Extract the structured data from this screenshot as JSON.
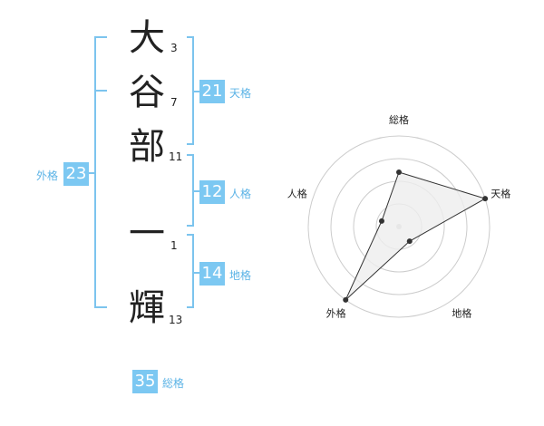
{
  "name": {
    "characters": [
      {
        "char": "大",
        "strokes": "3"
      },
      {
        "char": "谷",
        "strokes": "7"
      },
      {
        "char": "部",
        "strokes": "11"
      },
      {
        "char": "一",
        "strokes": "1"
      },
      {
        "char": "輝",
        "strokes": "13"
      }
    ]
  },
  "fortune": {
    "tenkaku": {
      "value": "21",
      "label": "天格"
    },
    "jinkaku": {
      "value": "12",
      "label": "人格"
    },
    "chikaku": {
      "value": "14",
      "label": "地格"
    },
    "gaikaku": {
      "value": "23",
      "label": "外格"
    },
    "soukaku": {
      "value": "35",
      "label": "総格"
    }
  },
  "radar": {
    "axes": [
      "総格",
      "天格",
      "地格",
      "外格",
      "人格"
    ],
    "levels": 4,
    "values": [
      3,
      5,
      1,
      5,
      1
    ],
    "max": 5,
    "line_color": "#333333",
    "fill_color": "#eeeeee",
    "ring_color": "#cccccc"
  },
  "colors": {
    "accent": "#7cc8f2",
    "accent_text": "#5bb3e6"
  }
}
